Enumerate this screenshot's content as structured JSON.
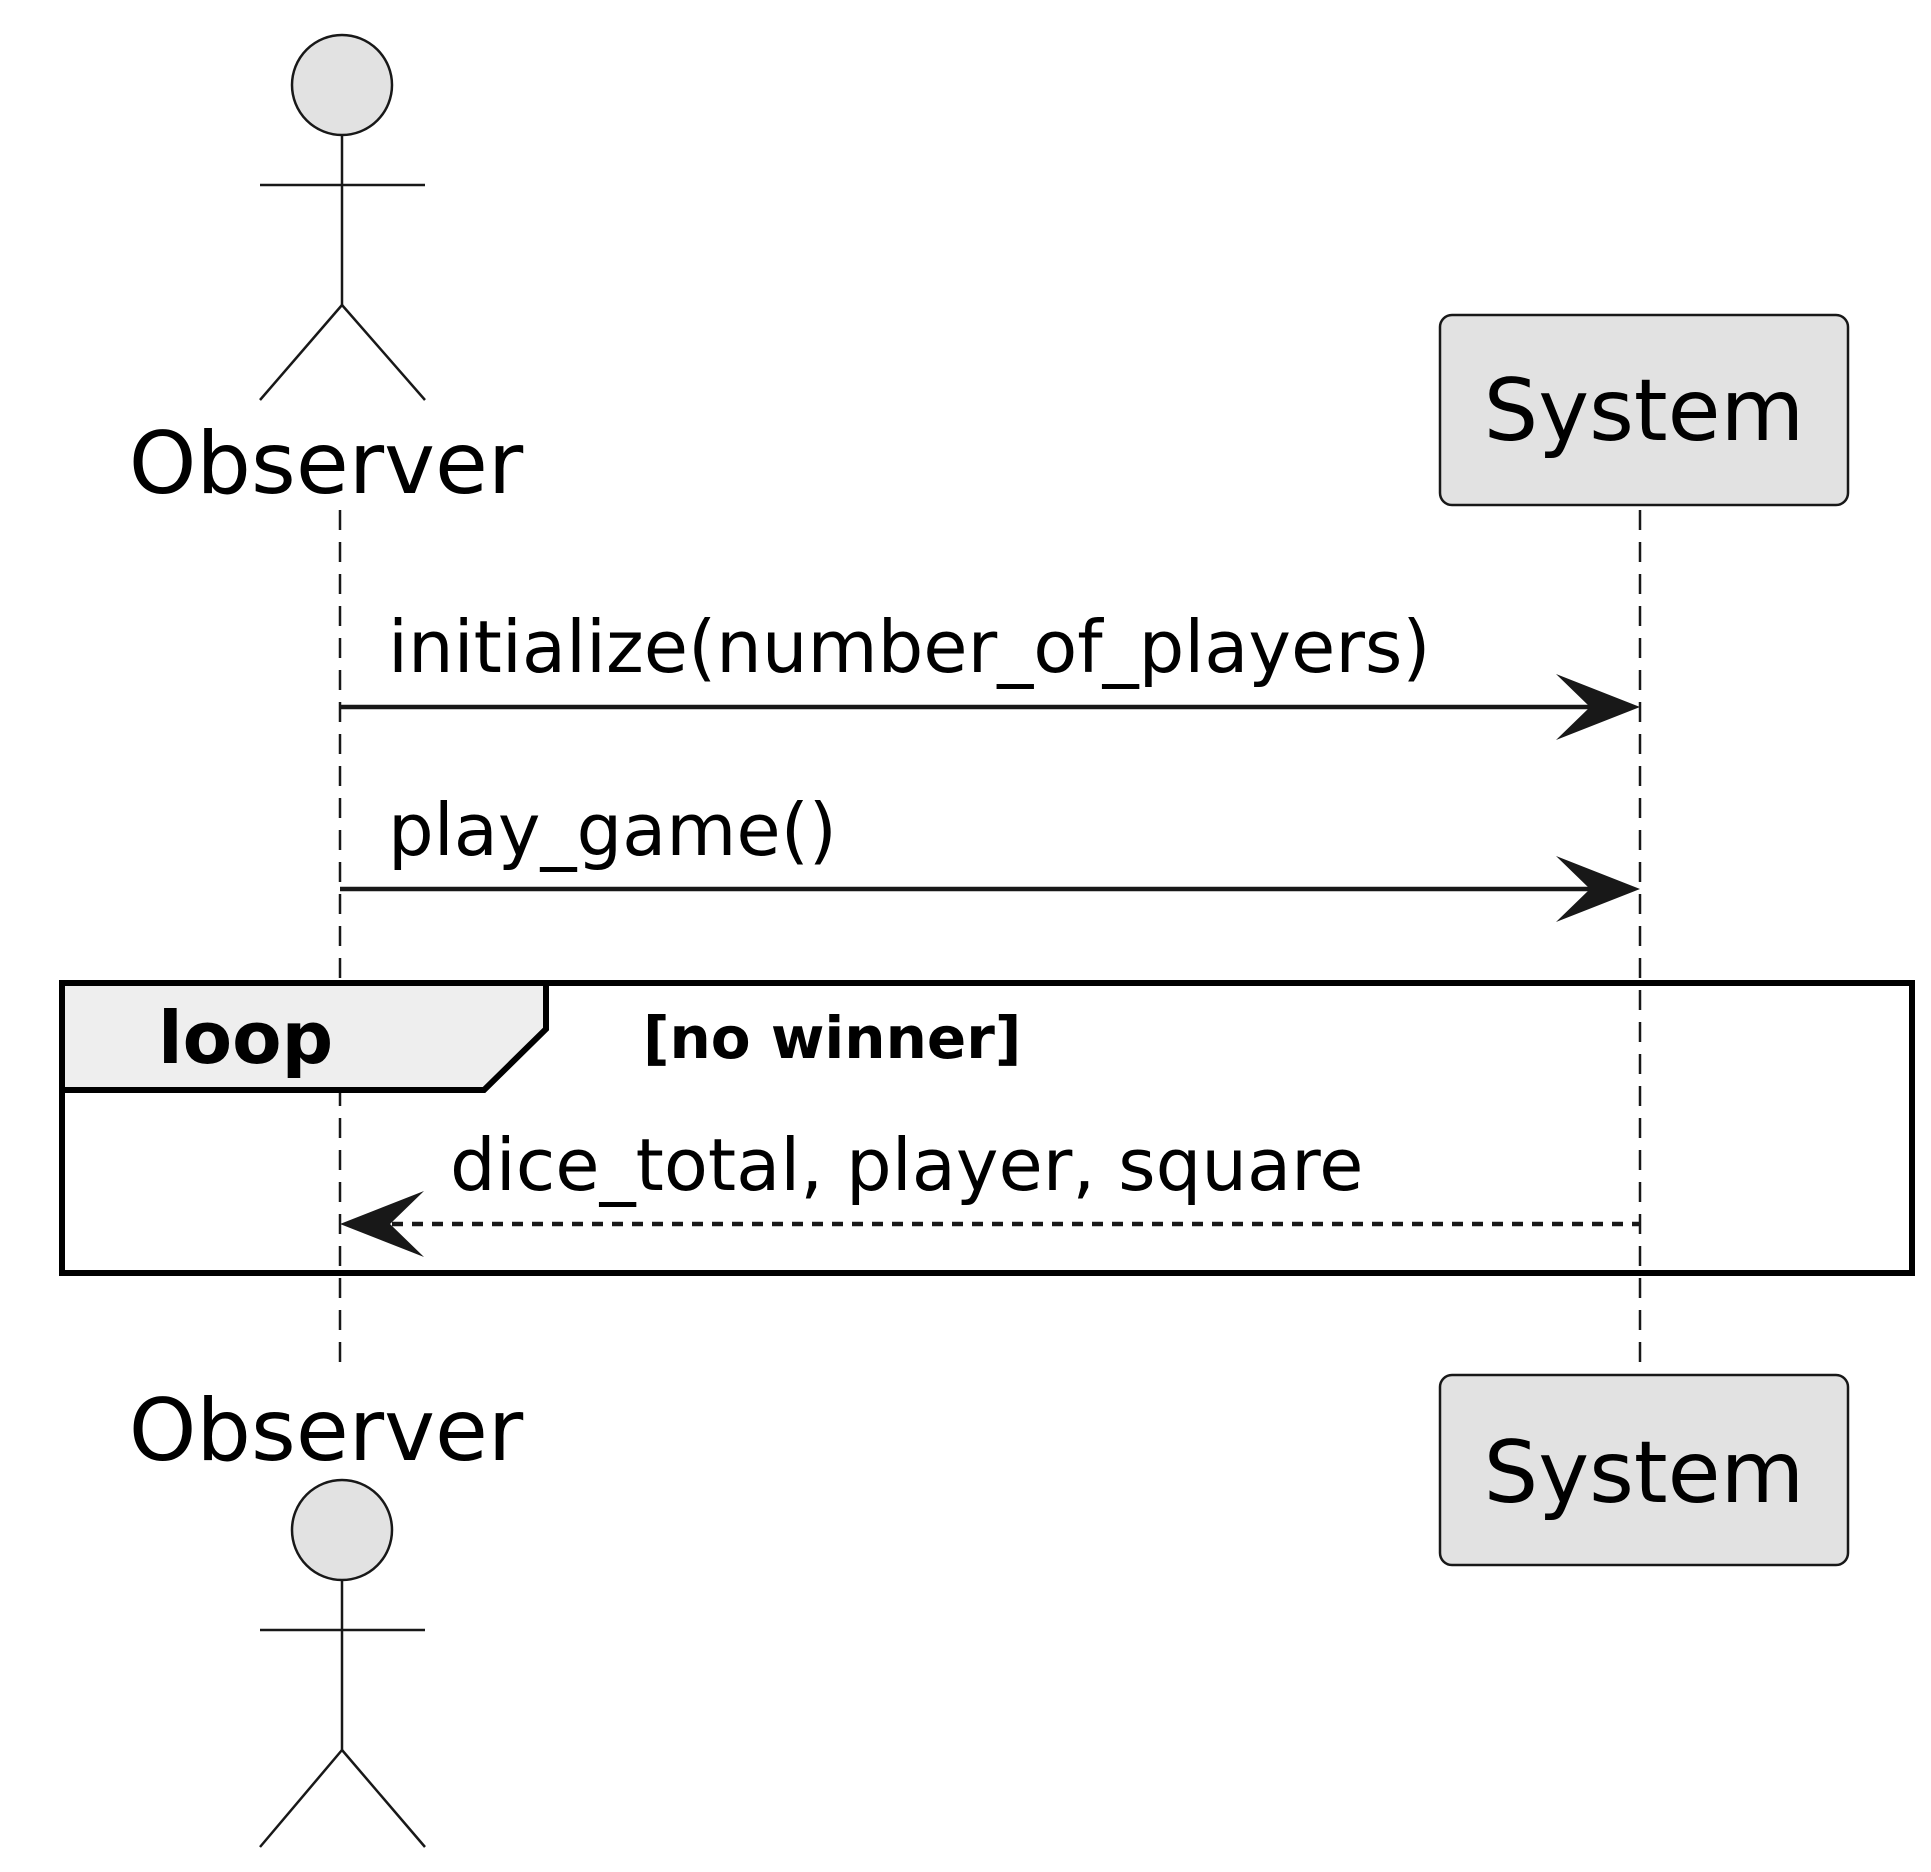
{
  "participants": {
    "observer": {
      "name": "Observer",
      "kind": "actor"
    },
    "system": {
      "name": "System",
      "kind": "participant"
    }
  },
  "messages": [
    {
      "from": "Observer",
      "to": "System",
      "label": "initialize(number_of_players)",
      "style": "solid"
    },
    {
      "from": "Observer",
      "to": "System",
      "label": "play_game()",
      "style": "solid"
    },
    {
      "from": "System",
      "to": "Observer",
      "label": "dice_total, player, square",
      "style": "dashed"
    }
  ],
  "fragment": {
    "type": "loop",
    "label": "loop",
    "guard": "[no winner]"
  },
  "colors": {
    "participant_fill": "#E2E2E2",
    "loop_tab_fill": "#EEEEEE",
    "line": "#181818",
    "frame": "#000000",
    "background": "#FFFFFF"
  }
}
